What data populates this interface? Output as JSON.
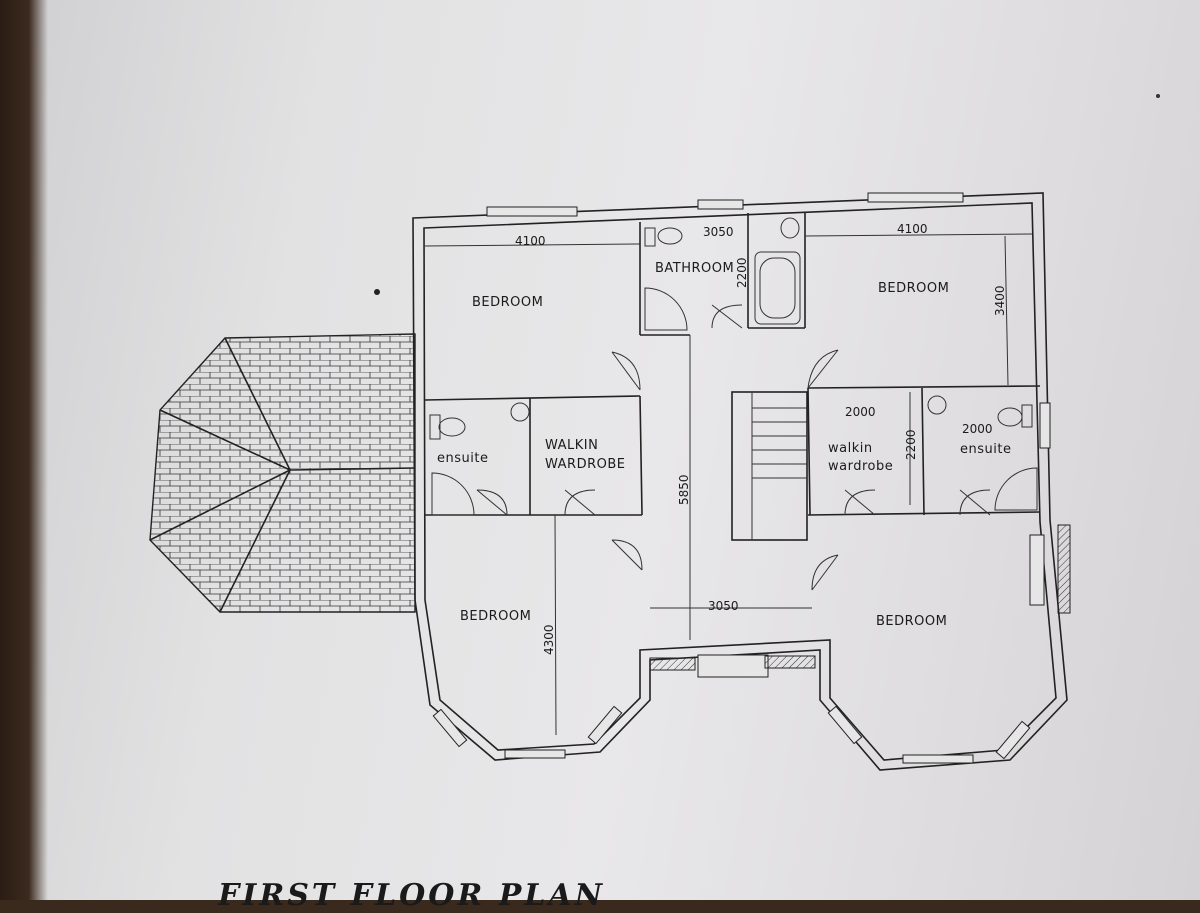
{
  "drawing": {
    "caption": "FIRST FLOOR PLAN",
    "rooms": {
      "bedroom_nw": "BEDROOM",
      "bathroom": "BATHROOM",
      "bedroom_ne": "BEDROOM",
      "ensuite_w": "ensuite",
      "walkin_w_line1": "WALKIN",
      "walkin_w_line2": "WARDROBE",
      "walkin_e_line1": "walkin",
      "walkin_e_line2": "wardrobe",
      "ensuite_e": "ensuite",
      "bedroom_sw": "BEDROOM",
      "bedroom_se": "BEDROOM"
    },
    "dimensions": {
      "nw_width": "4100",
      "bath_width": "3050",
      "bath_depth": "2200",
      "ne_width": "4100",
      "ne_depth": "3400",
      "landing_length": "5850",
      "e_walkin_width": "2000",
      "e_walkin_depth": "2200",
      "e_ensuite_width": "2000",
      "landing_width": "3050",
      "sw_depth": "4300"
    }
  },
  "colors": {
    "paper": "#e4e3e5",
    "ink": "#222222",
    "background": "#3a2a1e"
  }
}
